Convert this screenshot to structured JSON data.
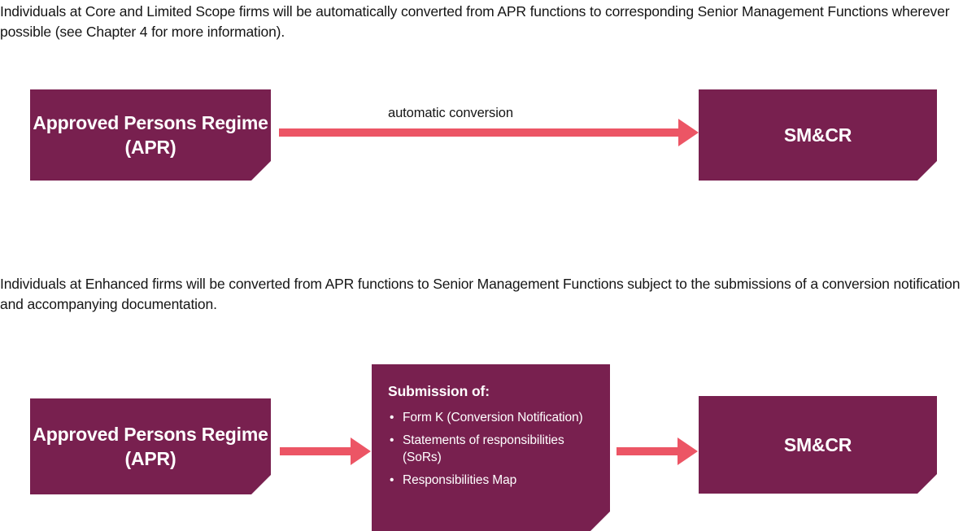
{
  "page": {
    "background_color": "#ffffff",
    "brand_maroon": "#78204F",
    "accent_coral": "#EC5565",
    "text_color": "#151515",
    "box_text_color": "#ffffff"
  },
  "sections": [
    {
      "paragraph": "Individuals at Core and Limited Scope firms will be automatically converted from APR functions to corresponding Senior Management Functions wherever possible (see Chapter 4 for more information).",
      "diagram": {
        "source_box": "Approved Persons\nRegime (APR)",
        "arrow_label": "automatic conversion",
        "target_box": "SM&CR"
      }
    },
    {
      "paragraph": "Individuals at Enhanced firms will be converted from APR functions to Senior Management Functions subject to the submissions of a conversion notification and accompanying documentation.",
      "diagram": {
        "source_box": "Approved Persons\nRegime (APR)",
        "submission": {
          "heading": "Submission of:",
          "bullet_char": "•",
          "items": [
            "Form K (Conversion Notification)",
            "Statements of responsibilities (SoRs)",
            "Responsibilities Map"
          ]
        },
        "target_box": "SM&CR"
      }
    }
  ]
}
